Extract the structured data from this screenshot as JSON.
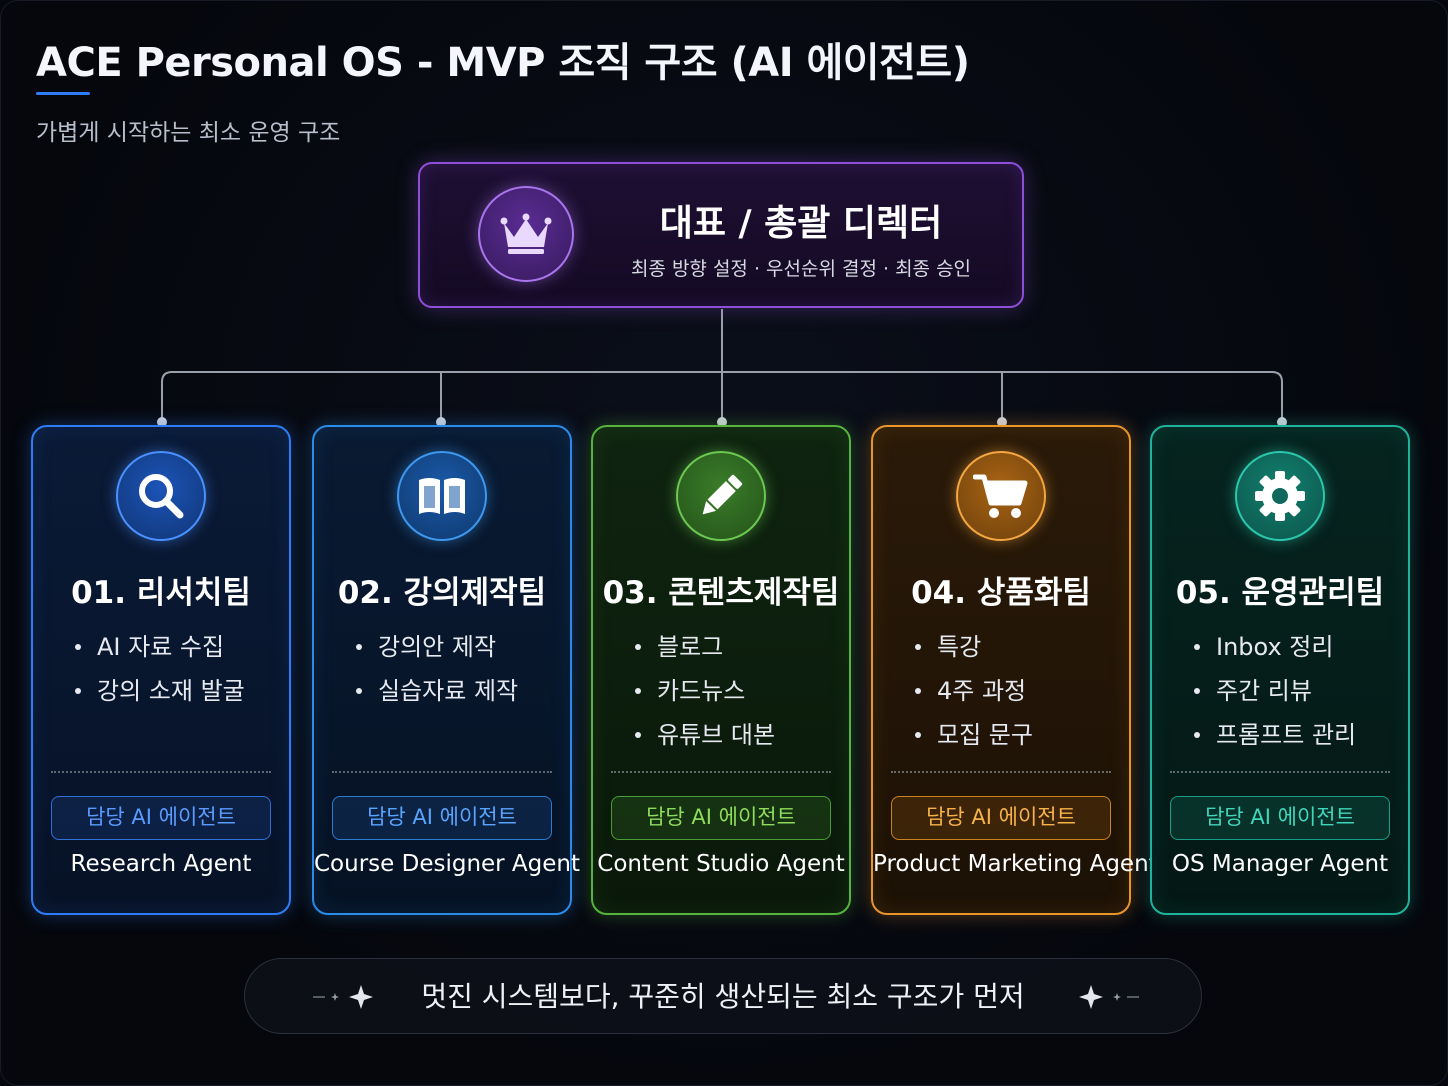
{
  "header": {
    "title": "ACE Personal OS - MVP 조직 구조 (AI 에이전트)",
    "subtitle": "가볍게 시작하는 최소 운영 구조"
  },
  "director": {
    "icon": "crown-icon",
    "title": "대표 / 총괄 디렉터",
    "description": "최종 방향 설정 · 우선순위 결정 · 최종 승인",
    "color": "#8d4fd8"
  },
  "teams": [
    {
      "title": "01. 리서치팀",
      "icon": "search-icon",
      "color": "#2f7df6",
      "items": [
        "AI 자료 수집",
        "강의 소재 발굴"
      ],
      "agent_label": "담당 AI 에이전트",
      "agent_name": "Research Agent"
    },
    {
      "title": "02. 강의제작팀",
      "icon": "book-icon",
      "color": "#2b8be8",
      "items": [
        "강의안 제작",
        "실습자료 제작"
      ],
      "agent_label": "담당 AI 에이전트",
      "agent_name": "Course Designer Agent"
    },
    {
      "title": "03. 콘텐츠제작팀",
      "icon": "pencil-icon",
      "color": "#56b33d",
      "items": [
        "블로그",
        "카드뉴스",
        "유튜브 대본"
      ],
      "agent_label": "담당 AI 에이전트",
      "agent_name": "Content Studio Agent"
    },
    {
      "title": "04. 상품화팀",
      "icon": "cart-icon",
      "color": "#e8962a",
      "items": [
        "특강",
        "4주 과정",
        "모집 문구"
      ],
      "agent_label": "담당 AI 에이전트",
      "agent_name": "Product Marketing Agent"
    },
    {
      "title": "05. 운영관리팀",
      "icon": "gear-icon",
      "color": "#1fb39b",
      "items": [
        "Inbox 정리",
        "주간 리뷰",
        "프롬프트 관리"
      ],
      "agent_label": "담당 AI 에이전트",
      "agent_name": "OS Manager Agent"
    }
  ],
  "footer": {
    "text": "멋진 시스템보다, 꾸준히 생산되는 최소 구조가 먼저",
    "icon": "sparkle-icon"
  }
}
